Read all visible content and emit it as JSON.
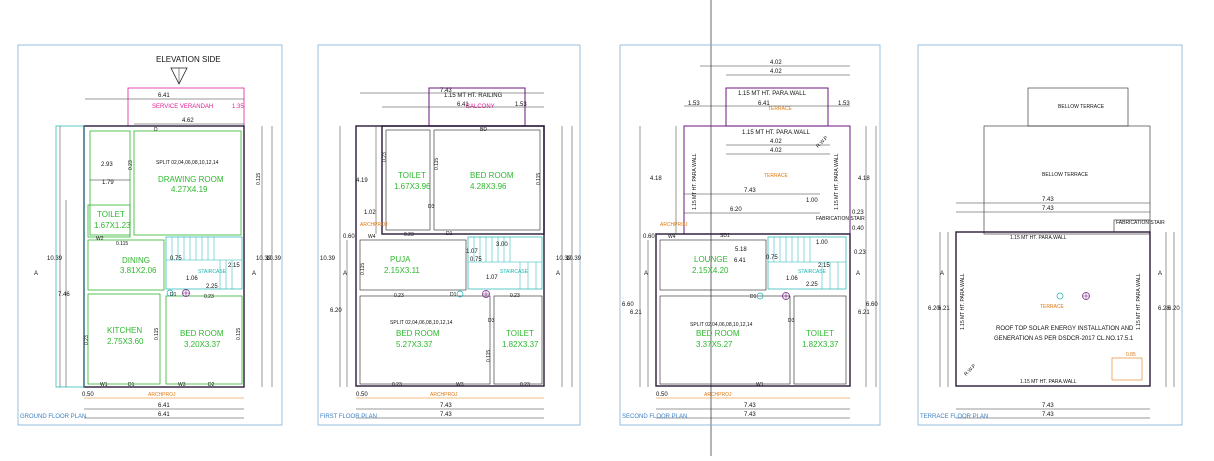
{
  "elevation_side": "ELEVATION SIDE",
  "panels": {
    "ground": {
      "title": "GROUND FLOOR PLAN",
      "veranda": "SERVICE VERANDAH",
      "split": "SPLIT 02,04,06,08,10,12,14",
      "rooms": {
        "drawing_name": "DRAWING ROOM",
        "drawing_size": "4.27X4.19",
        "toilet_name": "TOILET",
        "toilet_size": "1.67X1.23",
        "dining_name": "DINING",
        "dining_size": "3.81X2.06",
        "kitchen_name": "KITCHEN",
        "kitchen_size": "2.75X3.60",
        "bed_name": "BED ROOM",
        "bed_size": "3.20X3.37",
        "staircase": "STAIRCASE"
      },
      "dims": {
        "top": "6.41",
        "top2": "4.62",
        "bottom1": "6.41",
        "bottom2": "6.41",
        "left": "10.39",
        "left2": "7.46",
        "right": "10.39",
        "right2": "10.39",
        "d293": "2.93",
        "d179": "1.79",
        "d115": "0.115",
        "d23": "0.23",
        "d075": "0.75",
        "d215": "2.15",
        "d225": "2.25",
        "d106": "1.06",
        "off": "0.50",
        "d135": "1.35"
      },
      "doors": {
        "d": "D",
        "w2": "W2",
        "d1": "D1",
        "d2": "D2",
        "w1": "W1",
        "w3": "W3"
      },
      "archproj": "ARCHPROJ"
    },
    "first": {
      "title": "FIRST FLOOR PLAN",
      "balcony": "BALCONY",
      "railing": "1.15 MT HT. RAILING",
      "split": "SPLIT 02,04,06,08,10,12,14",
      "rooms": {
        "toilet1_name": "TOILET",
        "toilet1_size": "1.67X3.96",
        "bed1_name": "BED ROOM",
        "bed1_size": "4.28X3.96",
        "puja_name": "PUJA",
        "puja_size": "2.15X3.11",
        "bed2_name": "BED ROOM",
        "bed2_size": "5.27X3.37",
        "toilet2_name": "TOILET",
        "toilet2_size": "1.82X3.37",
        "staircase": "STAIRCASE"
      },
      "dims": {
        "top": "7.43",
        "top2": "6.41",
        "d153": "1.53",
        "bottom1": "7.43",
        "bottom2": "7.43",
        "left": "10.39",
        "left2": "6.20",
        "left3": "4.19",
        "right": "10.39",
        "right2": "10.39",
        "d102": "1.02",
        "d060": "0.60",
        "d300": "3.00",
        "d107": "1.07",
        "d075": "0.75",
        "d23": "0.23",
        "d115": "0.115",
        "off": "0.50"
      },
      "doors": {
        "bd": "BD",
        "w4": "W4",
        "d1": "D1",
        "d3": "D3",
        "w3": "W3"
      },
      "archproj": "ARCHPROJ"
    },
    "second": {
      "title": "SECOND FLOOR PLAN",
      "terrace": "TERRACE",
      "terrace2": "TERRACE",
      "parawall": "1.15 MT HT. PARA.WALL",
      "parawall_side": "1.15 MT HT. PARA.WALL",
      "split": "SPLIT 02,04,06,08,10,12,14",
      "rooms": {
        "lounge_name": "LOUNGE",
        "lounge_size": "2.15X4.20",
        "bed_name": "BED ROOM",
        "bed_size": "3.37X5.27",
        "toilet_name": "TOILET",
        "toilet_size": "1.82X3.37",
        "staircase": "STAIRCASE",
        "fabrication": "FABRICATION STAIR"
      },
      "dims": {
        "top1": "4.02",
        "top2": "4.02",
        "top3": "6.41",
        "d153": "1.53",
        "inner1": "4.02",
        "inner2": "4.02",
        "d743": "7.43",
        "d620": "6.20",
        "d518": "5.18",
        "d641": "6.41",
        "bottom1": "7.43",
        "bottom2": "7.43",
        "left": "4.18",
        "left2": "6.60",
        "left3": "6.21",
        "right": "4.18",
        "right2": "6.60",
        "right3": "6.21",
        "d100": "1.00",
        "d060": "0.60",
        "d023": "0.23",
        "d040": "0.40",
        "d075": "0.75",
        "d106": "1.06",
        "d215": "2.15",
        "d225": "2.25",
        "off": "0.50",
        "rwp": "R.W.P"
      },
      "doors": {
        "sd1": "SD1",
        "w4": "W4",
        "d1": "D1",
        "d3": "D3",
        "w1": "W1"
      },
      "archproj": "ARCHPROJ"
    },
    "terrace": {
      "title": "TERRACE FLOOR PLAN",
      "bellow1": "BELLOW TERRACE",
      "bellow2": "BELLOW TERRACE",
      "terrace": "TERRACE",
      "parawall_top": "1.15 MT HT. PARA.WALL",
      "parawall_bottom": "1.15 MT HT. PARA.WALL",
      "parawall_left": "1.15 MT HT. PARA.WALL",
      "parawall_right": "1.15 MT HT. PARA.WALL",
      "fabrication": "FABRICATION STAIR",
      "solar1": "ROOF TOP SOLAR ENERGY INSTALLATION AND",
      "solar2": "GENERATION AS PER DSDCR-2017 CL.NO.17.5.1",
      "rwp": "R.W.P",
      "sump": "0.85",
      "dims": {
        "top1": "7.43",
        "top2": "7.43",
        "bottom1": "7.43",
        "bottom2": "7.43",
        "left": "6.20",
        "left2": "6.21",
        "right": "6.20",
        "right2": "6.28"
      }
    }
  },
  "colors": {
    "room_label": "#2db82d",
    "wall": "#2a1a3a",
    "frame": "#7fb0d8",
    "title": "#3b7fc0",
    "magenta": "#e0209a",
    "orange": "#e07a10"
  }
}
